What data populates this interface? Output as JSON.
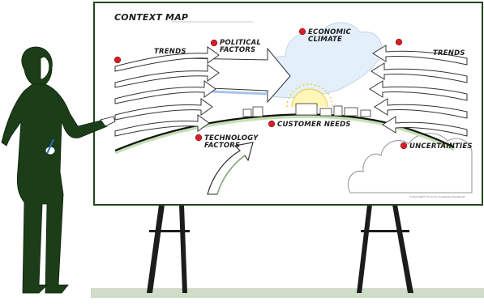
{
  "board": {
    "title": "CONTEXT MAP",
    "labels": {
      "trends_left": "TRENDS",
      "political_1": "POLITICAL",
      "political_2": "FACTORS",
      "economic_1": "ECONOMIC",
      "economic_2": "CLIMATE",
      "trends_right": "TRENDS",
      "customer_needs": "CUSTOMER NEEDS",
      "technology_1": "TECHNOLOGY",
      "technology_2": "FACTORS",
      "uncertainties": "UNCERTAINTIES"
    },
    "credit": "Context Map® The Grove Consultants International"
  },
  "colors": {
    "board_border": "#24461f",
    "easel": "#1c1c1c",
    "presenter": "#1b3d17",
    "floor": "#cfdcc8",
    "sky_cloud": "#e3f0fb",
    "marker_dot": "#d81f26",
    "hill_green": "#c3dfb3",
    "arrow_shadow": "#a8c4ea"
  },
  "icons": [
    "sun-icon",
    "city-skyline-icon",
    "storm-cloud-icon",
    "economic-cloud-icon",
    "pen-icon"
  ]
}
